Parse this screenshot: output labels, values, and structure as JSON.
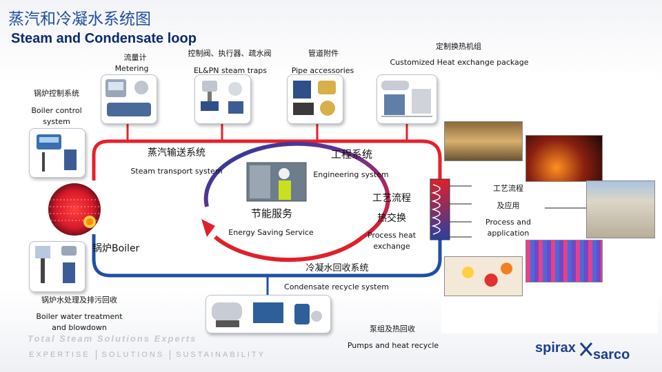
{
  "title": {
    "zh": "蒸汽和冷凝水系统图",
    "en": "Steam and Condensate loop"
  },
  "components": {
    "metering": {
      "zh": "流量计",
      "en": "Metering"
    },
    "valves": {
      "zh": "控制阀、执行器、疏水阀",
      "en": "EL&PN steam traps"
    },
    "pipe": {
      "zh": "管道附件",
      "en": "Pipe accessories"
    },
    "heat_pkg": {
      "zh": "定制换热机组",
      "en": "Customized Heat exchange package"
    },
    "boiler_control": {
      "zh": "锅炉控制系统",
      "en1": "Boiler control",
      "en2": "system"
    },
    "steam_transport": {
      "zh": "蒸汽输送系统",
      "en": "Steam transport system"
    },
    "engineering": {
      "zh": "工程系统",
      "en": "Engineering system"
    },
    "energy": {
      "zh": "节能服务",
      "en": "Energy Saving Service"
    },
    "process_hx": {
      "zh1": "工艺流程",
      "zh2": "热交换",
      "en1": "Process heat",
      "en2": "exchange"
    },
    "process_app": {
      "zh1": "工艺流程",
      "zh2": "及应用",
      "en1": "Process and",
      "en2": "application"
    },
    "boiler": {
      "label": "锅炉Boiler"
    },
    "condensate": {
      "zh": "冷凝水回收系统",
      "en": "Condensate recycle system"
    },
    "water_treatment": {
      "zh": "锅炉水处理及排污回收",
      "en1": "Boiler water treatment",
      "en2": "and blowdown"
    },
    "pumps": {
      "zh": "泵组及热回收",
      "en": "Pumps and heat recycle"
    }
  },
  "footer": {
    "tagline": "Total Steam Solutions Experts",
    "pillars": [
      "EXPERTISE",
      "SOLUTIONS",
      "SUSTAINABILITY"
    ],
    "logo_top": "spirax",
    "logo_bottom": "sarco"
  },
  "colors": {
    "steam": "#e8202a",
    "condensate": "#1f4fa3",
    "title": "#1f4fa3",
    "accent": "#0b2a6f"
  },
  "icons": [
    "boiler-icon",
    "heat-exchanger-icon",
    "energy-arrow-icon",
    "worker-photo"
  ]
}
